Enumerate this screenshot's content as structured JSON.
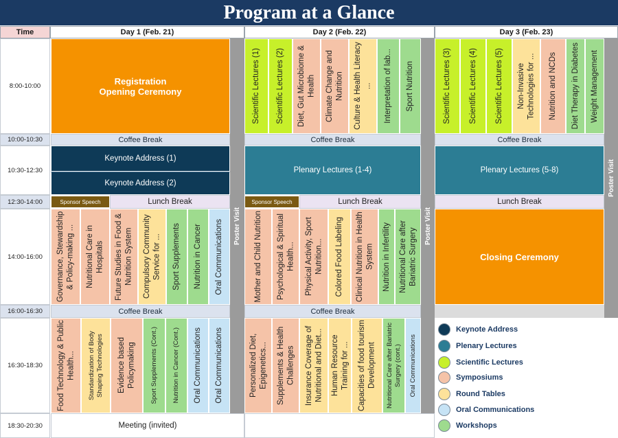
{
  "title": "Program at a Glance",
  "headers": {
    "time": "Time",
    "day1": "Day 1 (Feb. 21)",
    "day2": "Day 2 (Feb. 22)",
    "day3": "Day 3 (Feb. 23)"
  },
  "times": [
    "8:00-10:00",
    "10:00-10:30",
    "10:30-12:30",
    "12:30-14:00",
    "14:00-16:00",
    "16:00-16:30",
    "16:30-18:30",
    "18:30-20:30"
  ],
  "colors": {
    "keynote": "#0e3a57",
    "plenary": "#2c7d94",
    "scientific": "#c7f02a",
    "symposium": "#f5c3a8",
    "roundtable": "#fde29a",
    "oral": "#c6e3f5",
    "workshop": "#9edb8e",
    "registration": "#f59200"
  },
  "day1": {
    "registration_1": "Registration",
    "registration_2": "Opening Ceremony",
    "coffee1": "Coffee Break",
    "keynote1": "Keynote Address (1)",
    "keynote2": "Keynote Address (2)",
    "sponsor": "Sponsor Speech",
    "lunch": "Lunch Break",
    "afternoon": [
      "Governance, Stewardship & Policy-making ...",
      "Nutritional Care in Hospitals",
      "Future Studies in Food & Nutrition System",
      "Compulsory Community Service for ...",
      "Sport Supplements",
      "Nutrition in Cancer",
      "Oral Communications"
    ],
    "coffee2": "Coffee Break",
    "evening": [
      "Food Technology & Public Health...",
      "Standardization of Body Shaping Technologies",
      "Evidence based Policymaking",
      "Sport Supplements (Cont.)",
      "Nutrition in Cancer (Cont.)",
      "Oral Communications",
      "Oral Communications"
    ],
    "meeting": "Meeting (invited)"
  },
  "day2": {
    "morning": [
      "Scientific Lectures (1)",
      "Scientific Lectures (2)",
      "Diet, Gut Microbiome & Health",
      "Climate Change and Nutrition",
      "Culture & Health Literacy ...",
      "Interpretation of lab...",
      "Sport Nutrition"
    ],
    "coffee1": "Coffee Break",
    "plenary": "Plenary Lectures (1-4)",
    "sponsor": "Sponsor Speech",
    "lunch": "Lunch Break",
    "afternoon": [
      "Mother and Child Nutrition",
      "Psychological & Spiritual Health...",
      "Physical Activity, Sport Nutrition...",
      "Colored Food Labeling",
      "Clinical Nutrition in Health System",
      "Nutrition in Infertility",
      "Nutritional Care after Bariatric Surgery"
    ],
    "coffee2": "Coffee Break",
    "evening": [
      "Personalized Diet, Epigenetics...",
      "Supplements & Health Challenges",
      "Insurance Coverage of Nutritional and Diet...",
      "Human Resource Training for ...",
      "Capacities of food tourism Development",
      "Nutritional Care after Bariatric Surgery (cont.)",
      "Oral Communications"
    ]
  },
  "day3": {
    "morning": [
      "Scientific Lectures (3)",
      "Scientific Lectures (4)",
      "Scientific Lectures (5)",
      "Non-Invasive Technologies for ...",
      "Nutrition and NCDs",
      "Diet Therapy in Diabetes",
      "Weight Management"
    ],
    "coffee1": "Coffee Break",
    "plenary": "Plenary Lectures (5-8)",
    "lunch": "Lunch Break",
    "closing": "Closing Ceremony"
  },
  "poster": "Poster Visit",
  "legend": [
    "Keynote Address",
    "Plenary Lectures",
    "Scientific Lectures",
    "Symposiums",
    "Round Tables",
    "Oral Communications",
    "Workshops"
  ]
}
